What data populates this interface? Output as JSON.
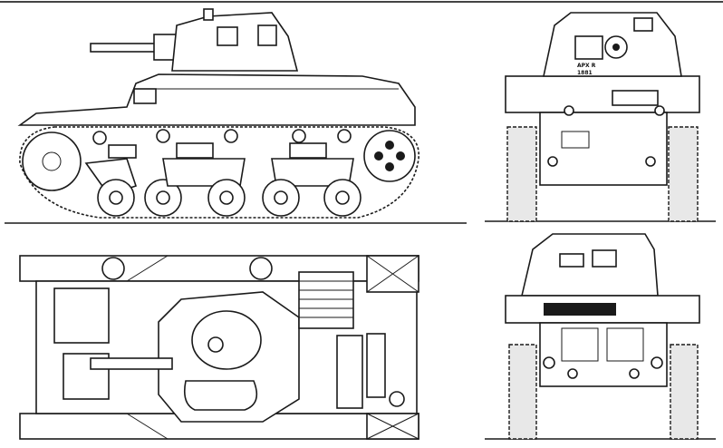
{
  "drawing": {
    "views": [
      "side-view",
      "top-view",
      "front-view",
      "rear-view"
    ],
    "markings": {
      "line1": "APX R",
      "line2": "1881"
    },
    "ink_color": "#1a1a1a",
    "paper_color": "#ffffff"
  }
}
